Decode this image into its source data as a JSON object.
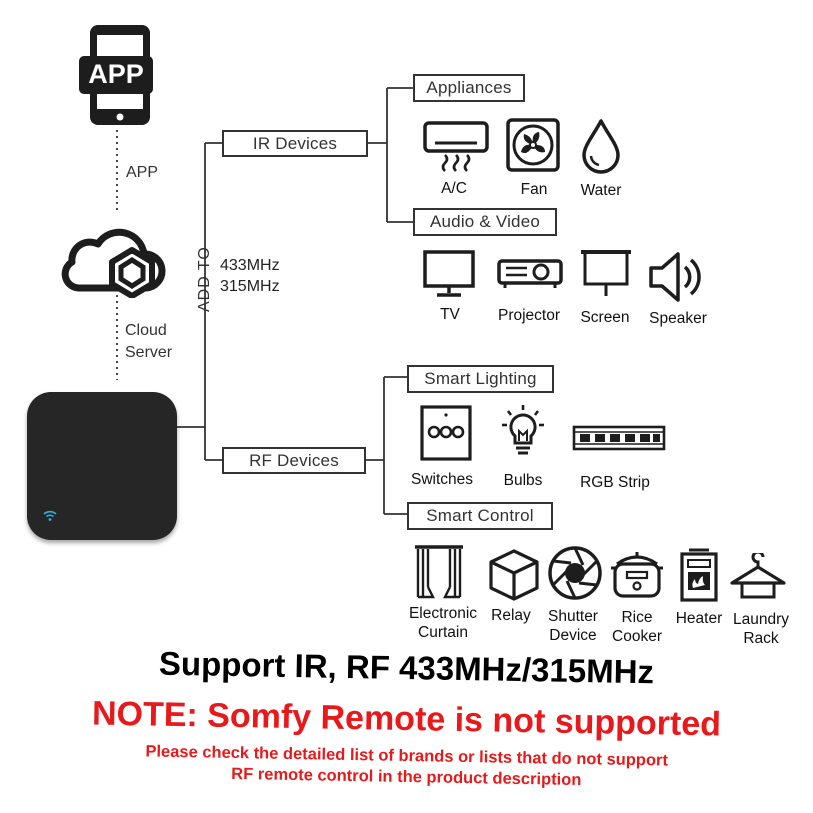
{
  "app": {
    "icon_text": "APP",
    "link_label": "APP"
  },
  "cloud": {
    "line1": "Cloud",
    "line2": "Server"
  },
  "hub": {
    "add_to": "ADD TO",
    "freq1": "433MHz",
    "freq2": "315MHz"
  },
  "ir": {
    "label": "IR Devices",
    "appliances": {
      "label": "Appliances",
      "items": [
        "A/C",
        "Fan",
        "Water"
      ]
    },
    "audio_video": {
      "label": "Audio & Video",
      "items": [
        "TV",
        "Projector",
        "Screen",
        "Speaker"
      ]
    }
  },
  "rf": {
    "label": "RF Devices",
    "smart_lighting": {
      "label": "Smart Lighting",
      "items": [
        "Switches",
        "Bulbs",
        "RGB Strip"
      ]
    },
    "smart_control": {
      "label": "Smart Control",
      "items": [
        {
          "line1": "Electronic",
          "line2": "Curtain"
        },
        {
          "line1": "Relay",
          "line2": ""
        },
        {
          "line1": "Shutter",
          "line2": "Device"
        },
        {
          "line1": "Rice",
          "line2": "Cooker"
        },
        {
          "line1": "Heater",
          "line2": ""
        },
        {
          "line1": "Laundry",
          "line2": "Rack"
        }
      ]
    }
  },
  "footer": {
    "headline": "Support IR, RF 433MHz/315MHz",
    "note": "NOTE: Somfy Remote is not supported",
    "detail1": "Please check the detailed list of brands or lists that do not support",
    "detail2": "RF remote control in the product description"
  },
  "colors": {
    "accent_red": "#e8191b",
    "device_body": "#262626",
    "wifi_led": "#2bb4e6"
  }
}
